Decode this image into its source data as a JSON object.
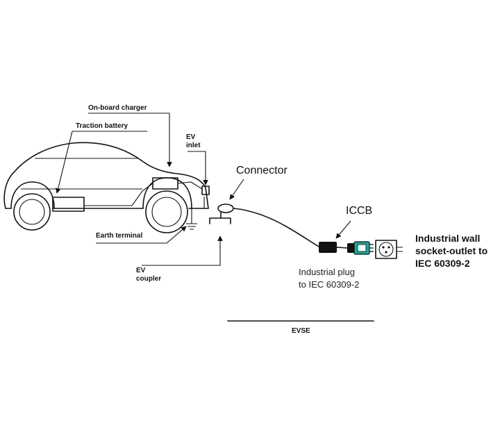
{
  "labels": {
    "onboard_charger": "On-board charger",
    "traction_battery": "Traction battery",
    "ev_inlet_line1": "EV",
    "ev_inlet_line2": "inlet",
    "connector": "Connector",
    "iccb": "ICCB",
    "earth_terminal": "Earth terminal",
    "ev_coupler_line1": "EV",
    "ev_coupler_line2": "coupler",
    "industrial_plug_line1": "Industrial plug",
    "industrial_plug_line2": "to IEC 60309-2",
    "wall_socket_line1": "Industrial wall",
    "wall_socket_line2": "socket-outlet to",
    "wall_socket_line3": "IEC 60309-2",
    "evse": "EVSE"
  },
  "colors": {
    "line": "#111111",
    "plug_teal": "#1aa7a0",
    "background": "#ffffff"
  }
}
